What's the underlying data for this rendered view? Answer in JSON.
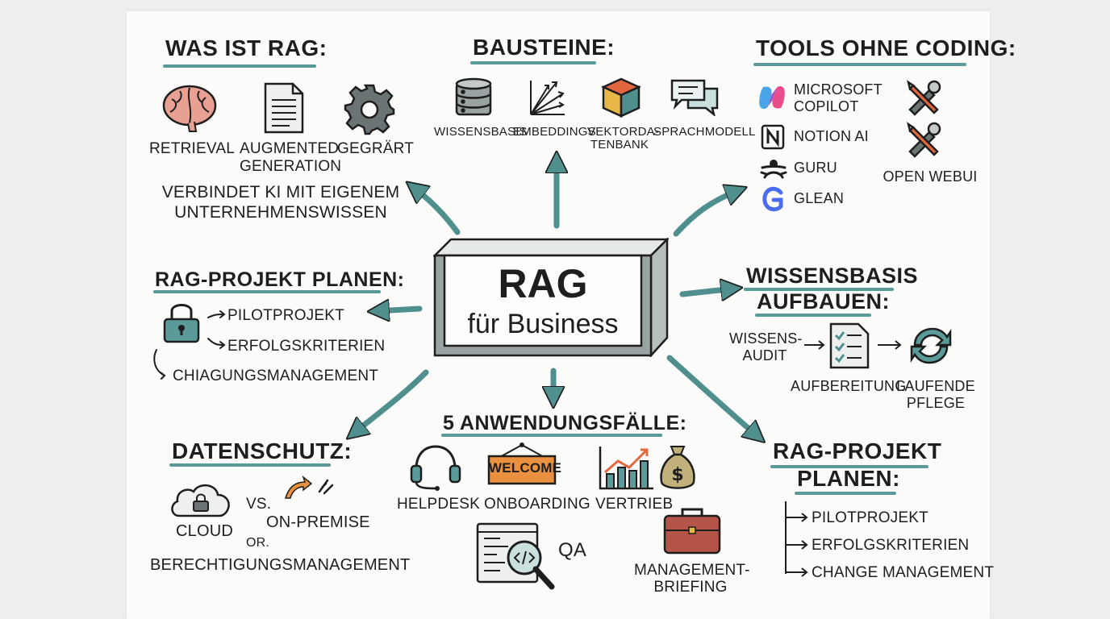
{
  "center": {
    "title": "RAG",
    "subtitle": "für Business"
  },
  "was_ist_rag": {
    "heading": "WAS IST RAG:",
    "items": [
      {
        "label": "RETRIEVAL",
        "icon": "brain-icon"
      },
      {
        "label": "AUGMENTED GENERATION",
        "icon": "document-icon"
      },
      {
        "label": "GEGRÄRT",
        "icon": "gear-icon"
      }
    ],
    "summary_line1": "VERBINDET KI MIT EIGENEM",
    "summary_line2": "UNTERNEHMENSWISSEN"
  },
  "bausteine": {
    "heading": "BAUSTEINE:",
    "items": [
      {
        "label": "WISSENSBASIS",
        "icon": "database-icon"
      },
      {
        "label": "EMBEDDINGS",
        "icon": "vector-arrows-icon"
      },
      {
        "label_line1": "VEKTORDA-",
        "label_line2": "TENBANK",
        "icon": "cube-icon"
      },
      {
        "label": "SPRACHMODELL",
        "icon": "chat-bubbles-icon"
      }
    ]
  },
  "tools": {
    "heading": "TOOLS OHNE CODING:",
    "items": [
      {
        "label_line1": "MICROSOFT",
        "label_line2": "COPILOT",
        "icon": "copilot-logo-icon"
      },
      {
        "label": "NOTION AI",
        "icon": "notion-logo-icon"
      },
      {
        "label": "GURU",
        "icon": "guru-logo-icon"
      },
      {
        "label": "GLEAN",
        "icon": "glean-logo-icon"
      },
      {
        "label": "OPEN WEBUI",
        "icon": "wrench-screwdriver-icon"
      }
    ]
  },
  "projekt_left": {
    "heading": "RAG-PROJEKT PLANEN:",
    "items": [
      "PILOTPROJEKT",
      "ERFOLGSKRITERIEN",
      "CHIAGUNGSMANAGEMENT"
    ],
    "icon": "padlock-icon"
  },
  "wissensbasis": {
    "heading_line1": "WISSENSBASIS",
    "heading_line2": "AUFBAUEN:",
    "audit_line1": "WISSENS-",
    "audit_line2": "AUDIT",
    "aufbereitung": "AUFBEREITUNG",
    "pflege_line1": "LAUFENDE",
    "pflege_line2": "PFLEGE"
  },
  "datenschutz": {
    "heading": "DATENSCHUTZ:",
    "cloud": "CLOUD",
    "vs": "VS.",
    "onprem": "ON-PREMISE",
    "or": "OR.",
    "berechtigung": "BERECHTIGUNGSMANAGEMENT"
  },
  "anwendungsfaelle": {
    "heading": "5 ANWENDUNGSFÄLLE:",
    "helpdesk": "HELPDESK",
    "onboarding": "ONBOARDING",
    "welcome_sign": "WELCOME",
    "vertrieb": "VERTRIEB",
    "qa": "QA",
    "management_line1": "MANAGEMENT-",
    "management_line2": "BRIEFING"
  },
  "projekt_right": {
    "heading_line1": "RAG-PROJEKT",
    "heading_line2": "PLANEN:",
    "items": [
      "PILOTPROJEKT",
      "ERFOLGSKRITERIEN",
      "CHANGE MANAGEMENT"
    ]
  },
  "colors": {
    "accent_teal": "#5a9a99",
    "arrow_teal": "#4f8f8e",
    "ink": "#1e1e1e",
    "box_side": "#9aa3a3"
  }
}
